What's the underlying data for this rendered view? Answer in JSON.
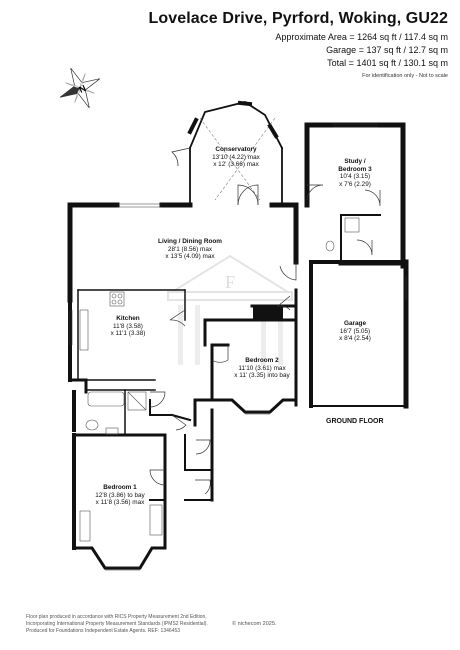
{
  "header": {
    "title": "Lovelace Drive, Pyrford, Woking, GU22",
    "approx_area": "Approximate Area = 1264 sq ft / 117.4 sq m",
    "garage_area": "Garage = 137 sq ft / 12.7 sq m",
    "total_area": "Total = 1401 sq ft / 130.1 sq m",
    "note": "For identification only - Not to scale"
  },
  "compass": {
    "letter": "N"
  },
  "rooms": {
    "conservatory": {
      "name": "Conservatory",
      "dim1": "13'10 (4.22) max",
      "dim2": "x 12' (3.66) max"
    },
    "study": {
      "name": "Study /",
      "name2": "Bedroom 3",
      "dim1": "10'4 (3.15)",
      "dim2": "x 7'6 (2.29)"
    },
    "living": {
      "name": "Living / Dining Room",
      "dim1": "28'1 (8.56) max",
      "dim2": "x 13'5 (4.09) max"
    },
    "kitchen": {
      "name": "Kitchen",
      "dim1": "11'8 (3.58)",
      "dim2": "x 11'1 (3.38)"
    },
    "garage": {
      "name": "Garage",
      "dim1": "16'7 (5.05)",
      "dim2": "x 8'4 (2.54)"
    },
    "bedroom2": {
      "name": "Bedroom 2",
      "dim1": "11'10 (3.61) max",
      "dim2": "x 11' (3.35) into bay"
    },
    "bedroom1": {
      "name": "Bedroom 1",
      "dim1": "12'8 (3.86) to bay",
      "dim2": "x 11'8 (3.56) max"
    }
  },
  "floor_label": "GROUND FLOOR",
  "footer": {
    "line1": "Floor plan produced in accordance with RICS Property Measurement 2nd Edition,",
    "line2": "Incorporating International Property Measurement Standards (IPMS2 Residential).",
    "copyright": "© nichecom 2025.",
    "line3": "Produced for Foundations Independent Estate Agents.",
    "ref": "REF: 1346453"
  },
  "colors": {
    "wall": "#111111",
    "watermark": "#e2e2e2",
    "fixture": "#555555"
  },
  "watermark_letter": "F"
}
